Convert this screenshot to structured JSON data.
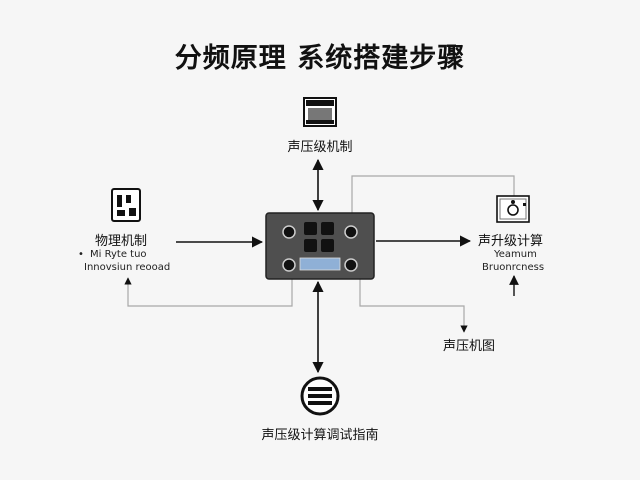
{
  "title": "分频原理 系统搭建步骤",
  "nodes": {
    "top": {
      "label": "声压级机制",
      "icon": "battery-icon"
    },
    "left": {
      "label": "物理机制",
      "sub1": "Mi Ryte tuo",
      "sub2": "Innovsiun reooad",
      "icon": "rack-icon"
    },
    "right": {
      "label": "声升级计算",
      "sub1": "Yeamum",
      "sub2": "Bruonrcness",
      "icon": "speaker-icon"
    },
    "lower_right": {
      "label": "声压机图"
    },
    "bottom": {
      "label": "声压级计算调试指南",
      "icon": "vent-icon"
    },
    "center": {
      "icon": "control-panel-icon"
    }
  },
  "colors": {
    "line": "#111111",
    "guide": "#a8a8a8",
    "panel": "#555555",
    "screen": "#8fb0d6"
  }
}
